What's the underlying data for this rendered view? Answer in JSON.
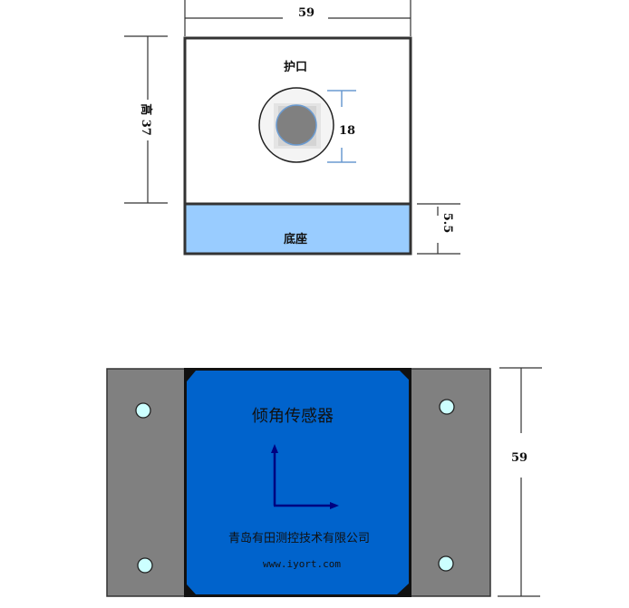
{
  "front_view": {
    "width_dim": "59",
    "height_dim": "高 37",
    "hole_dim": "18",
    "base_dim": "5.5",
    "cover_label": "护口",
    "base_label": "底座"
  },
  "top_view": {
    "width_dim": "59",
    "product_name": "倾角传感器",
    "company": "青岛有田测控技术有限公司",
    "website": "www.iyort.com"
  },
  "colors": {
    "base_fill": "#99ccff",
    "sensor_blue": "#0063cc",
    "plate_grey": "#808080",
    "hole_fill": "#ccffff",
    "arrow": "#000080"
  }
}
